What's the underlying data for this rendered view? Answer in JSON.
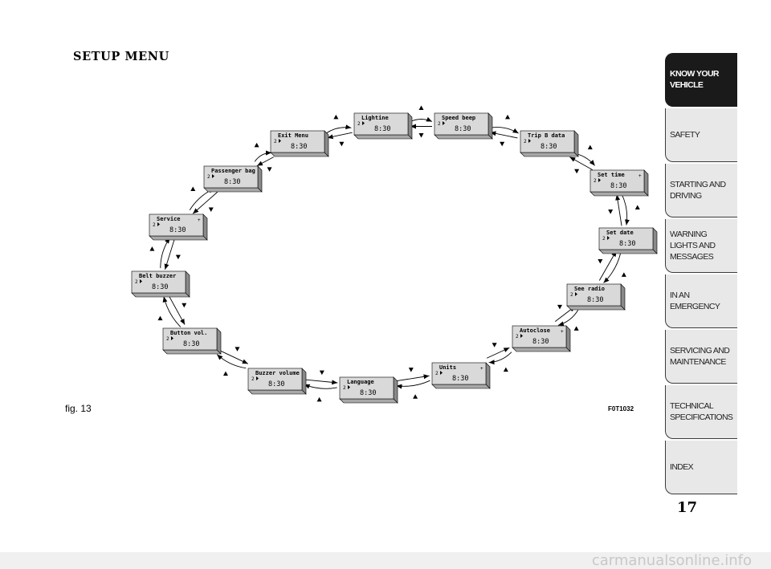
{
  "heading": "SETUP MENU",
  "figure": {
    "label": "fig. 13",
    "code": "F0T1032"
  },
  "menu": {
    "time": "8:30",
    "indicator": "2",
    "items": [
      {
        "name": "Lightine",
        "plus": false
      },
      {
        "name": "Speed beep",
        "plus": false
      },
      {
        "name": "Trip B data",
        "plus": false
      },
      {
        "name": "Set time",
        "plus": true
      },
      {
        "name": "Set date",
        "plus": false
      },
      {
        "name": "See radio",
        "plus": false
      },
      {
        "name": "Autoclose",
        "plus": true
      },
      {
        "name": "Units",
        "plus": true
      },
      {
        "name": "Language",
        "plus": false
      },
      {
        "name": "Buzzer volume",
        "plus": false
      },
      {
        "name": "Button vol.",
        "plus": false
      },
      {
        "name": "Belt buzzer",
        "plus": false
      },
      {
        "name": "Service",
        "plus": true
      },
      {
        "name": "Passenger bag",
        "plus": false
      },
      {
        "name": "Exit Menu",
        "plus": false
      }
    ]
  },
  "sidebar": {
    "tabs": [
      {
        "label": "KNOW YOUR VEHICLE",
        "active": true
      },
      {
        "label": "SAFETY",
        "active": false
      },
      {
        "label": "STARTING AND DRIVING",
        "active": false
      },
      {
        "label": "WARNING LIGHTS AND MESSAGES",
        "active": false
      },
      {
        "label": "IN AN EMERGENCY",
        "active": false
      },
      {
        "label": "SERVICING AND MAINTENANCE",
        "active": false
      },
      {
        "label": "TECHNICAL SPECIFICATIONS",
        "active": false
      },
      {
        "label": "INDEX",
        "active": false
      }
    ]
  },
  "page_number": "17",
  "watermark": "carmanualsonline.info"
}
